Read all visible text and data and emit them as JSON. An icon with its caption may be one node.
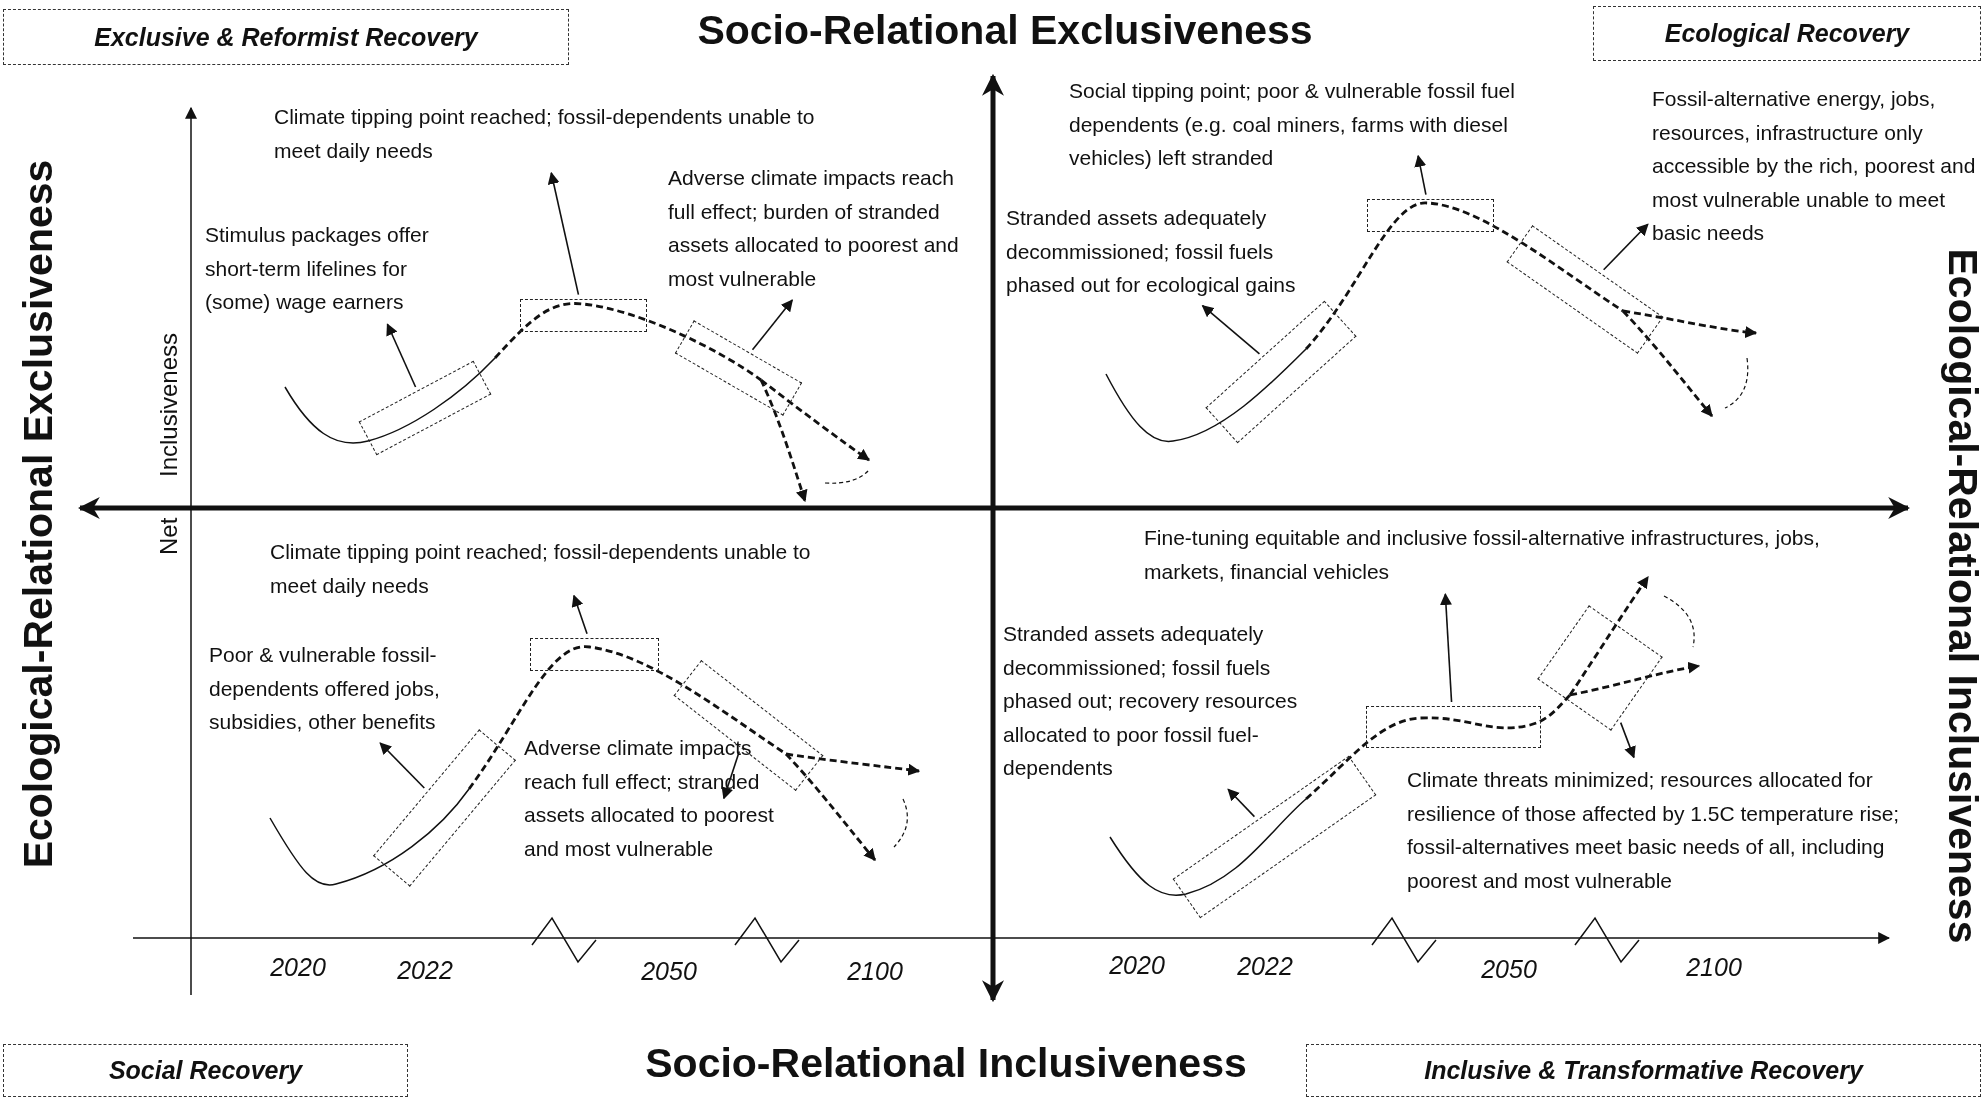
{
  "diagram": {
    "nodes": [
      {
        "text": [
          "Exclusive & Reformist Recovery"
        ]
      },
      {
        "text": [
          "Ecological Recovery"
        ]
      },
      {
        "text": [
          "Climate tipping point reached; fossil-dependents unable to meet daily needs"
        ]
      },
      {
        "text": [
          "Social tipping point; poor & vulnerable fossil fuel dependents (e.g. coal miners, farms with diesel vehicles) left stranded"
        ]
      },
      {
        "text": [
          "Fossil-alternative energy, jobs, resources, infrastructure only accessible by the rich, poorest and most vulnerable unable to meet basic needs"
        ]
      },
      {
        "text": [
          "Adverse climate impacts reach full effect; burden of stranded assets allocated to poorest and most vulnerable"
        ]
      },
      {
        "text": [
          "Stimulus packages offer short-term lifelines for (some) wage earners"
        ]
      },
      {
        "text": [
          "Stranded assets adequately decommissioned; fossil fuels phased out for ecological gains"
        ]
      },
      {
        "text": [],
        "shape": "box"
      },
      {
        "text": [],
        "shape": "box"
      },
      {
        "text": [],
        "shape": "box"
      },
      {
        "text": [],
        "shape": "box"
      },
      {
        "text": [],
        "shape": "box"
      },
      {
        "text": [],
        "shape": "box"
      },
      {
        "text": [
          "Climate tipping point reached; fossil-dependents unable to meet daily needs"
        ]
      },
      {
        "text": [
          "Fine-tuning equitable and inclusive fossil-alternative infrastructures, jobs, markets, financial vehicles"
        ]
      },
      {
        "text": [
          "Poor & vulnerable fossil-dependents offered jobs, subsidies, other benefits"
        ]
      },
      {
        "text": [
          "Stranded assets adequately decommissioned; fossil fuels phased out; recovery resources allocated to poor fossil fuel-dependents"
        ]
      },
      {
        "text": [
          "Adverse climate impacts reach full effect; stranded assets allocated to poorest and most vulnerable"
        ]
      },
      {
        "text": [
          "Climate threats minimized; resources allocated for resilience of those affected by 1.5C temperature rise; fossil-alternatives meet basic needs of all, including poorest and most vulnerable"
        ]
      },
      {
        "text": [],
        "shape": "box"
      },
      {
        "text": [],
        "shape": "box"
      },
      {
        "text": [],
        "shape": "box"
      },
      {
        "text": [],
        "shape": "box"
      },
      {
        "text": [],
        "shape": "box"
      },
      {
        "text": [],
        "shape": "box"
      },
      {
        "text": [
          "Social Recovery"
        ]
      },
      {
        "text": [
          "Inclusive & Transformative Recovery"
        ]
      }
    ],
    "edges": [
      {
        "from": 8,
        "to": 2,
        "arrow": "to"
      },
      {
        "from": 10,
        "to": 5,
        "arrow": "to"
      },
      {
        "from": 9,
        "to": 6,
        "arrow": "to"
      },
      {
        "from": 11,
        "to": 3,
        "arrow": "to"
      },
      {
        "from": 13,
        "to": 4,
        "arrow": "to"
      },
      {
        "from": 12,
        "to": 7,
        "arrow": "to"
      },
      {
        "from": 20,
        "to": 14,
        "arrow": "to"
      },
      {
        "from": 22,
        "to": 18,
        "arrow": "to"
      },
      {
        "from": 21,
        "to": 16,
        "arrow": "to"
      },
      {
        "from": 23,
        "to": 15,
        "arrow": "to"
      },
      {
        "from": 24,
        "to": 17,
        "arrow": "to"
      },
      {
        "from": 25,
        "to": 19,
        "arrow": "to"
      }
    ],
    "labels": [
      "Socio-Relational Exclusiveness",
      "Ecological-Relational Exclusiveness",
      "Net Inclusiveness",
      "Ecological-Relational Inclusiveness",
      "2020",
      "2022",
      "2050",
      "2100",
      "2020",
      "2022",
      "2050",
      "2100",
      "Socio-Relational Inclusiveness"
    ]
  }
}
